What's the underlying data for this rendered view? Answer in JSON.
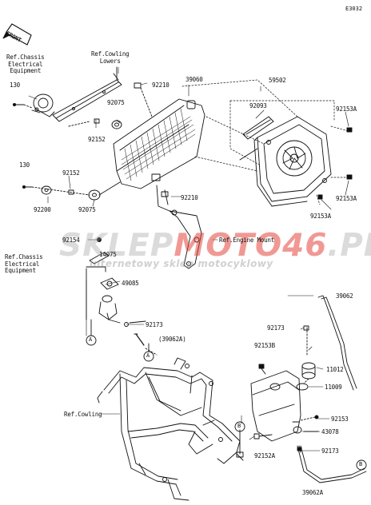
{
  "diagram_code": "E3032",
  "front_label": "FRONT",
  "watermark": {
    "main_a": "SKLEP",
    "main_b": "MOTO",
    "main_c": "46",
    "main_d": ".PL",
    "tagline": "internetowy sklep motocyklowy"
  },
  "labels": {
    "ref_chassis_1": "Ref.Chassis\nElectrical\nEquipment",
    "ref_cowling_lowers": "Ref.Cowling\nLowers",
    "ref_chassis_2": "Ref.Chassis\nElectrical\nEquipment",
    "ref_engine_mount": "Ref.Engine Mount",
    "ref_cowling": "Ref.Cowling",
    "p130a": "130",
    "p130b": "130",
    "p92210a": "92210",
    "p92210b": "92210",
    "p39060": "39060",
    "p59502": "59502",
    "p92093": "92093",
    "p92153a_1": "92153A",
    "p92153a_2": "92153A",
    "p92153a_3": "92153A",
    "p92075a": "92075",
    "p92075b": "92075",
    "p92152a": "92152",
    "p92152b": "92152",
    "p92200": "92200",
    "p92154": "92154",
    "p14075": "14075",
    "p49085": "49085",
    "p92173a": "92173",
    "p39062a": "(39062A)",
    "p39062": "39062",
    "p92173b": "92173",
    "p92153b": "92153B",
    "p11012": "11012",
    "p11009": "11009",
    "p92153": "92153",
    "p43078": "43078",
    "p92152a2": "92152A",
    "p92173c": "92173",
    "p39062a2": "39062A",
    "mark_a1": "A",
    "mark_a2": "A",
    "mark_b1": "B",
    "mark_b2": "B"
  }
}
